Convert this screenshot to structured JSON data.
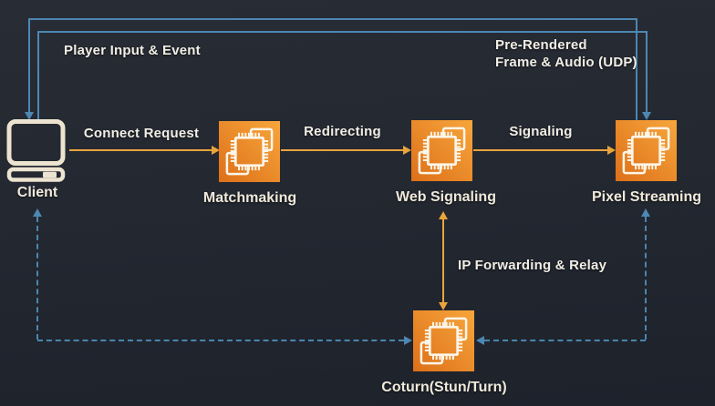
{
  "colors": {
    "background_top": "#282c34",
    "background_bottom": "#1d222b",
    "accent_orange": "#e9a43c",
    "accent_blue": "#4d87b2",
    "icon_orange_dark": "#e0741d",
    "icon_orange_light": "#f6a338",
    "text_cream": "#efe9da",
    "text_white": "#f1eee6"
  },
  "nodes": {
    "client": {
      "label": "Client",
      "icon": "desktop-computer"
    },
    "matchmaking": {
      "label": "Matchmaking",
      "icon": "ec2-instance"
    },
    "web_signaling": {
      "label": "Web Signaling",
      "icon": "ec2-instance"
    },
    "pixel_streaming": {
      "label": "Pixel Streaming",
      "icon": "ec2-instance"
    },
    "coturn": {
      "label": "Coturn(Stun/Turn)",
      "icon": "ec2-instance"
    }
  },
  "edges": {
    "player_input": {
      "label": "Player Input & Event",
      "from": "client",
      "to": "pixel_streaming",
      "style": "solid-blue",
      "direction": "one-way"
    },
    "pre_rendered": {
      "label_line1": "Pre-Rendered",
      "label_line2": "Frame & Audio (UDP)",
      "from": "pixel_streaming",
      "to": "client",
      "style": "solid-blue",
      "direction": "one-way"
    },
    "connect_request": {
      "label": "Connect Request",
      "from": "client",
      "to": "matchmaking",
      "style": "solid-orange",
      "direction": "one-way"
    },
    "redirecting": {
      "label": "Redirecting",
      "from": "matchmaking",
      "to": "web_signaling",
      "style": "solid-orange",
      "direction": "one-way"
    },
    "signaling": {
      "label": "Signaling",
      "from": "web_signaling",
      "to": "pixel_streaming",
      "style": "solid-orange",
      "direction": "one-way"
    },
    "ip_forwarding": {
      "label": "IP Forwarding & Relay",
      "from": "web_signaling",
      "to": "coturn",
      "style": "solid-orange",
      "direction": "two-way"
    },
    "client_coturn": {
      "from": "client",
      "to": "coturn",
      "style": "dashed-blue",
      "direction": "two-way"
    },
    "coturn_pixel": {
      "from": "coturn",
      "to": "pixel_streaming",
      "style": "dashed-blue",
      "direction": "two-way"
    }
  }
}
